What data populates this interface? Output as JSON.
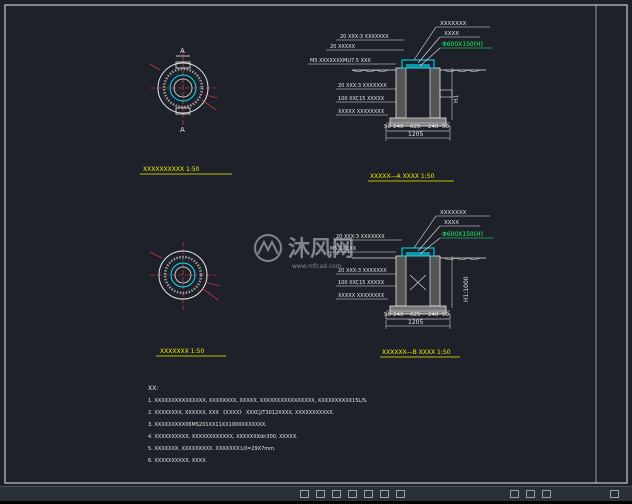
{
  "colors": {
    "background": "#1e2129",
    "line_white": "#e6e6e6",
    "line_cyan": "#00e5ff",
    "title_yellow": "#f0f000",
    "dim_white": "#ffffff",
    "hatch_grey": "#9a9a9a",
    "leader_red": "#ff4040",
    "label_green": "#19ff6a"
  },
  "views": {
    "plan_a": {
      "section_mark": "A",
      "title": "XXXXXXXXXX 1:50"
    },
    "plan_b": {
      "title": "XXXXXXX 1:50"
    },
    "section_a": {
      "title": "XXXXX—A XXXX 1:50",
      "callouts": [
        "XXXXXXX",
        "XXXX",
        "Φ600X150(H)"
      ],
      "left_notes": [
        "20 XXX:3 XXXXXXX",
        "20 XXXXX",
        "M5 XXXXXXXMU7.5 XXX",
        "20 XXX:3 XXXXXXX",
        "100 XXC15 XXXXX",
        "XXXXX XXXXXXXX"
      ],
      "dims": {
        "d1": "50",
        "d2": "240",
        "d3": "625",
        "d4": "240",
        "d5": "50",
        "total": "1205",
        "height": "H1"
      }
    },
    "section_b": {
      "title": "XXXXXX—B XXXX 1:50",
      "callouts": [
        "XXXXXXX",
        "XXXX",
        "Φ600X150(H)"
      ],
      "left_notes": [
        "20 XXX:3 XXXXXXX",
        "M5 XXXXX",
        "20 XXX:3 XXXXXXX",
        "100 XXC15 XXXXX",
        "XXXXX XXXXXXXX"
      ],
      "dims": {
        "d1": "50",
        "d2": "240",
        "d3": "625",
        "d4": "240",
        "d5": "50",
        "total": "1205",
        "height": "H1:1000"
      }
    }
  },
  "notes": {
    "heading": "XX:",
    "lines": [
      "1. XXXXXXXXXXXXXXX, XXXXXXXX, XXXXX, XXXXXXXXXXXXXXXX, XXXXXXXXXX15L/S.",
      "2. XXXXXXXX, XXXXXX, XXX 《XXXX》 XXXCJ/T3012XXXX, XXXXXXXXXXX.",
      "3. XXXXXXXXX06MS201XX11XX1000XXXXXXX.",
      "4. XXXXXXXXXX, XXXXXXXXXXXX, XXXXXXXdn300, XXXXX.",
      "5. XXXXXXX, XXXXXXXXX. XXXXXXX:L0=29X7mm.",
      "6. XXXXXXXXXX, XXXX."
    ]
  },
  "watermark": {
    "brand": "沐风网",
    "url": "www.mfcad.com"
  }
}
